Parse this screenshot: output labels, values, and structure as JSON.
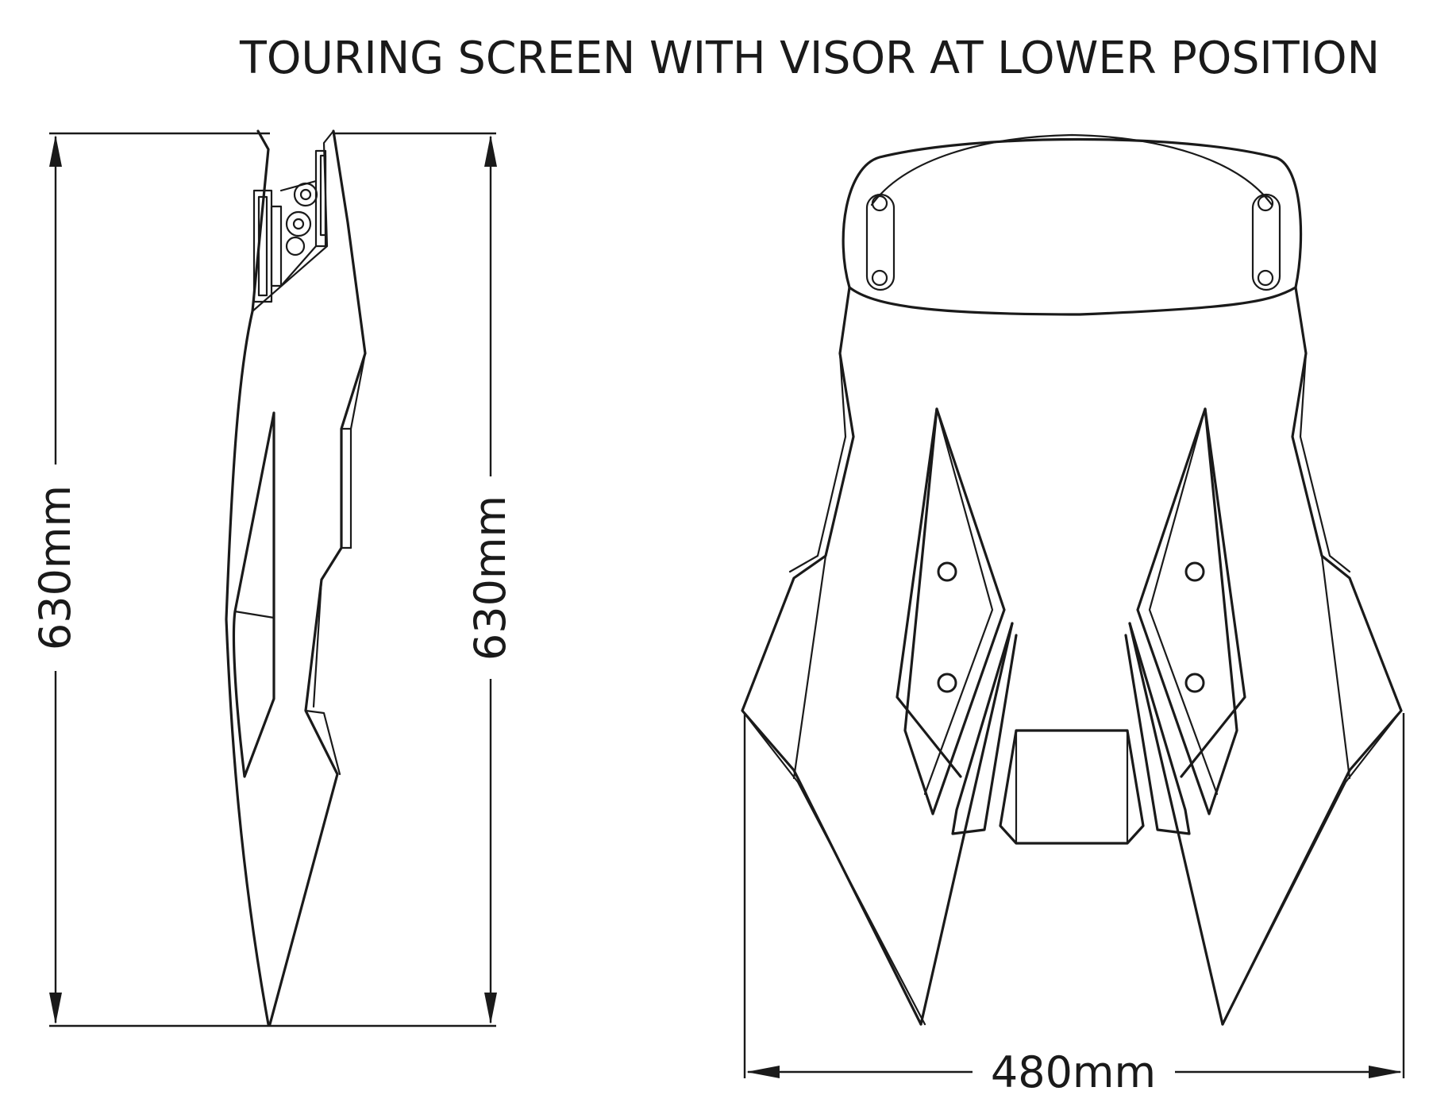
{
  "title": "TOURING SCREEN WITH VISOR AT LOWER POSITION",
  "side_view": {
    "height_label_left": "630mm",
    "height_label_right": "630mm"
  },
  "front_view": {
    "width_label": "480mm"
  },
  "colors": {
    "line": "#1a1a1a",
    "background": "#ffffff"
  }
}
